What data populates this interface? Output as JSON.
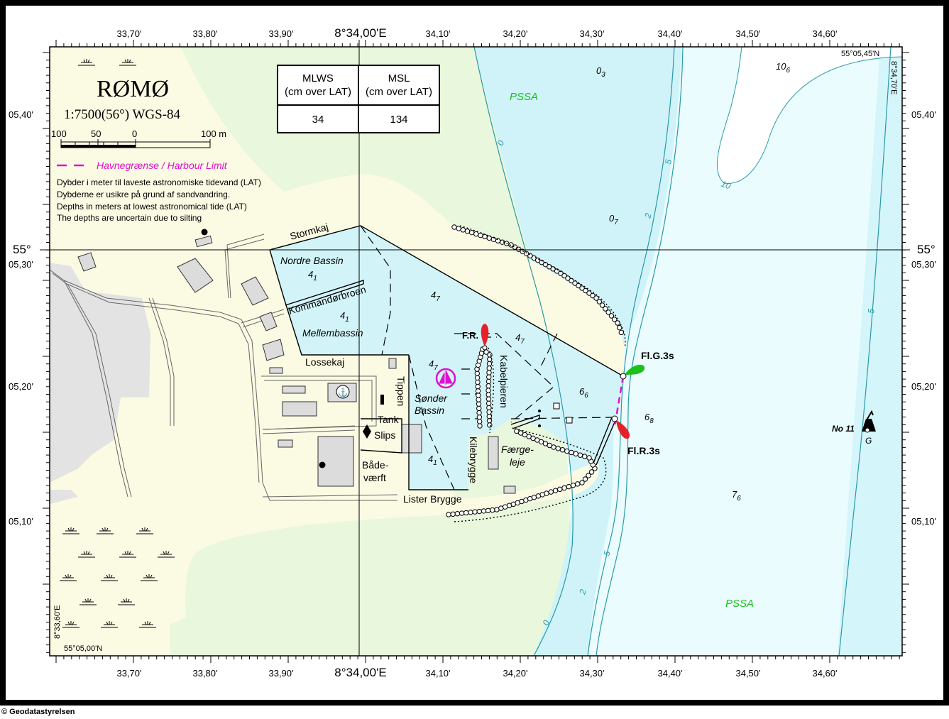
{
  "title": "RØMØ",
  "scale": "1:7500(56°) WGS-84",
  "scalebar": {
    "ticks": [
      "100",
      "50",
      "0",
      "100 m"
    ]
  },
  "table": {
    "headers": [
      "MLWS\n(cm over LAT)",
      "MSL\n(cm over LAT)"
    ],
    "h1a": "MLWS",
    "h1b": "(cm over LAT)",
    "h2a": "MSL",
    "h2b": "(cm over LAT)",
    "values": [
      "34",
      "134"
    ]
  },
  "legend": {
    "harbour_limit": "Havnegrænse / Harbour Limit",
    "notes": [
      "Dybder i meter til laveste astronomiske tidevand (LAT)",
      "Dybderne er usikre på grund af sandvandring.",
      "Depths in meters at lowest astronomical tide (LAT)",
      "The depths are uncertain due to silting"
    ]
  },
  "axes": {
    "top_ticks": [
      "33,70'",
      "33,80'",
      "33,90'",
      "8°34,00'E",
      "34,10'",
      "34,20'",
      "34,30'",
      "34,40'",
      "34,50'",
      "34,60'"
    ],
    "bottom_ticks": [
      "33,70'",
      "33,80'",
      "33,90'",
      "8°34,00'E",
      "34,10'",
      "34,20'",
      "34,30'",
      "34,40'",
      "34,50'",
      "34,60'"
    ],
    "left_ticks": [
      "05,40'",
      "55°",
      "05,30'",
      "05,20'",
      "05,10'"
    ],
    "right_ticks": [
      "05,40'",
      "55°",
      "05,30'",
      "05,20'",
      "05,10'"
    ],
    "corner_top_right_lat": "55°05,45'N",
    "corner_top_right_lon": "8°34,70'E",
    "corner_bottom_left_lat": "55°05,00'N",
    "corner_bottom_left_lon": "8°33,60'E"
  },
  "labels": {
    "stormkaj": "Stormkaj",
    "nordre_bassin": "Nordre Bassin",
    "kommandorbroen": "Kommandørbroen",
    "mellembassin": "Mellembassin",
    "lossekaj": "Lossekaj",
    "tippen": "Tippen",
    "sonder": "Sønder",
    "bassin": "Bassin",
    "tank": "Tank",
    "slips": "Slips",
    "baade": "Både-",
    "vaerft": "værft",
    "lister": "Lister Brygge",
    "kilebrygge": "Kilebrygge",
    "kabelpieren": "Kabelpieren",
    "faerge": "Færge-",
    "leje": "leje",
    "pssa_top": "PSSA",
    "pssa_bottom": "PSSA",
    "light_fr": "F.R.",
    "light_flg": "Fl.G.3s",
    "light_flr": "Fl.R.3s",
    "buoy": "No 11",
    "buoy_g": "G"
  },
  "depths": [
    {
      "main": "0",
      "sub": "3"
    },
    {
      "main": "10",
      "sub": "6"
    },
    {
      "main": "0",
      "sub": "7"
    },
    {
      "main": "4",
      "sub": "1"
    },
    {
      "main": "4",
      "sub": "1"
    },
    {
      "main": "4",
      "sub": "7"
    },
    {
      "main": "4",
      "sub": "7"
    },
    {
      "main": "4",
      "sub": "7"
    },
    {
      "main": "6",
      "sub": "6"
    },
    {
      "main": "6",
      "sub": "8"
    },
    {
      "main": "4",
      "sub": "1"
    },
    {
      "main": "7",
      "sub": "6"
    }
  ],
  "contours": [
    "0",
    "5",
    "2",
    "10",
    "5",
    "0",
    "2",
    "5"
  ],
  "credit": "© Geodatastyrelsen",
  "colors": {
    "land": "#fbfae3",
    "marsh": "#e9f7dc",
    "water_shallow": "#d4f5fa",
    "water_deep": "#eafcfd",
    "harbour_water": "#d2f4f9",
    "contour": "#2a9aa8",
    "harbour_limit": "#e010d0",
    "light_red": "#e8202a",
    "light_green": "#1bc01b"
  }
}
